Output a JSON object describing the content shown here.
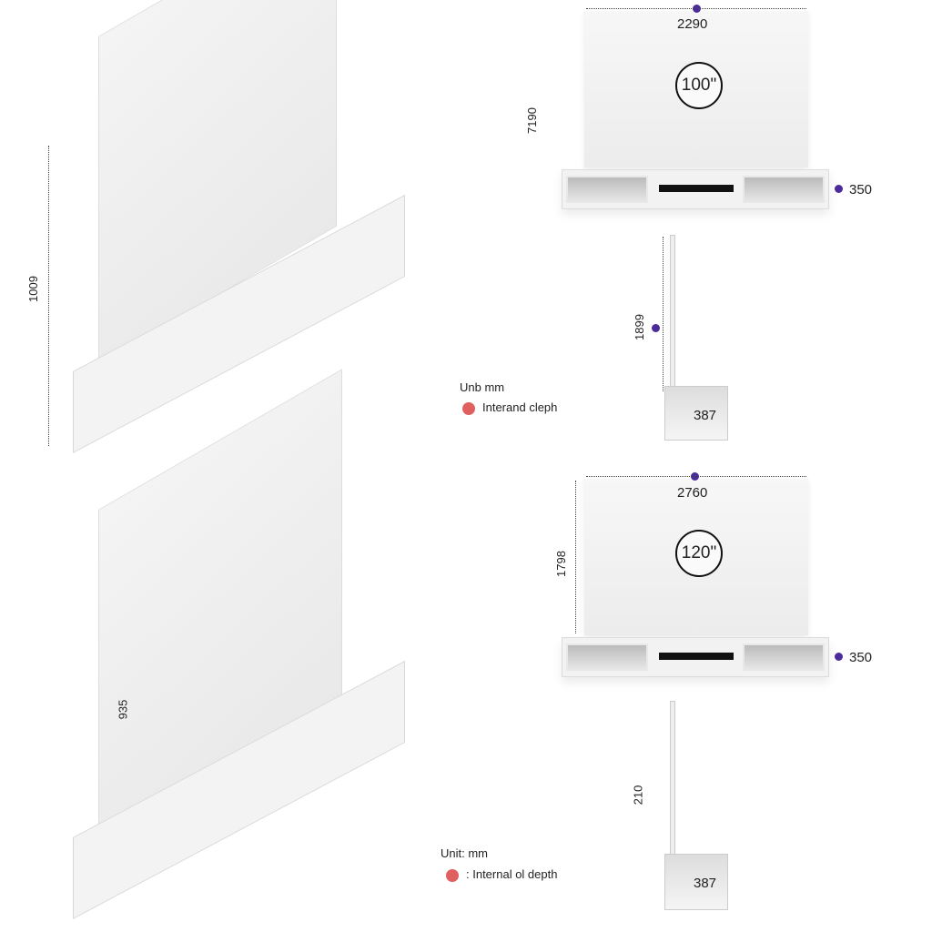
{
  "top": {
    "iso_height": "1009",
    "front_width": "2290",
    "front_height": "7190",
    "screen_size": "100\"",
    "cabinet_height": "350",
    "side_height": "1899",
    "side_depth": "387",
    "legend_unit": "Unb mm",
    "legend_item": "Interand cleph"
  },
  "bottom": {
    "iso_height": "935",
    "front_width": "2760",
    "front_height": "1798",
    "screen_size": "120\"",
    "cabinet_height": "350",
    "side_height": "210",
    "side_depth": "387",
    "legend_unit": "Unit: mm",
    "legend_item": ": Internal ol depth"
  },
  "colors": {
    "dimension_dot": "#4b2a9a",
    "legend_dot": "#e06060"
  }
}
